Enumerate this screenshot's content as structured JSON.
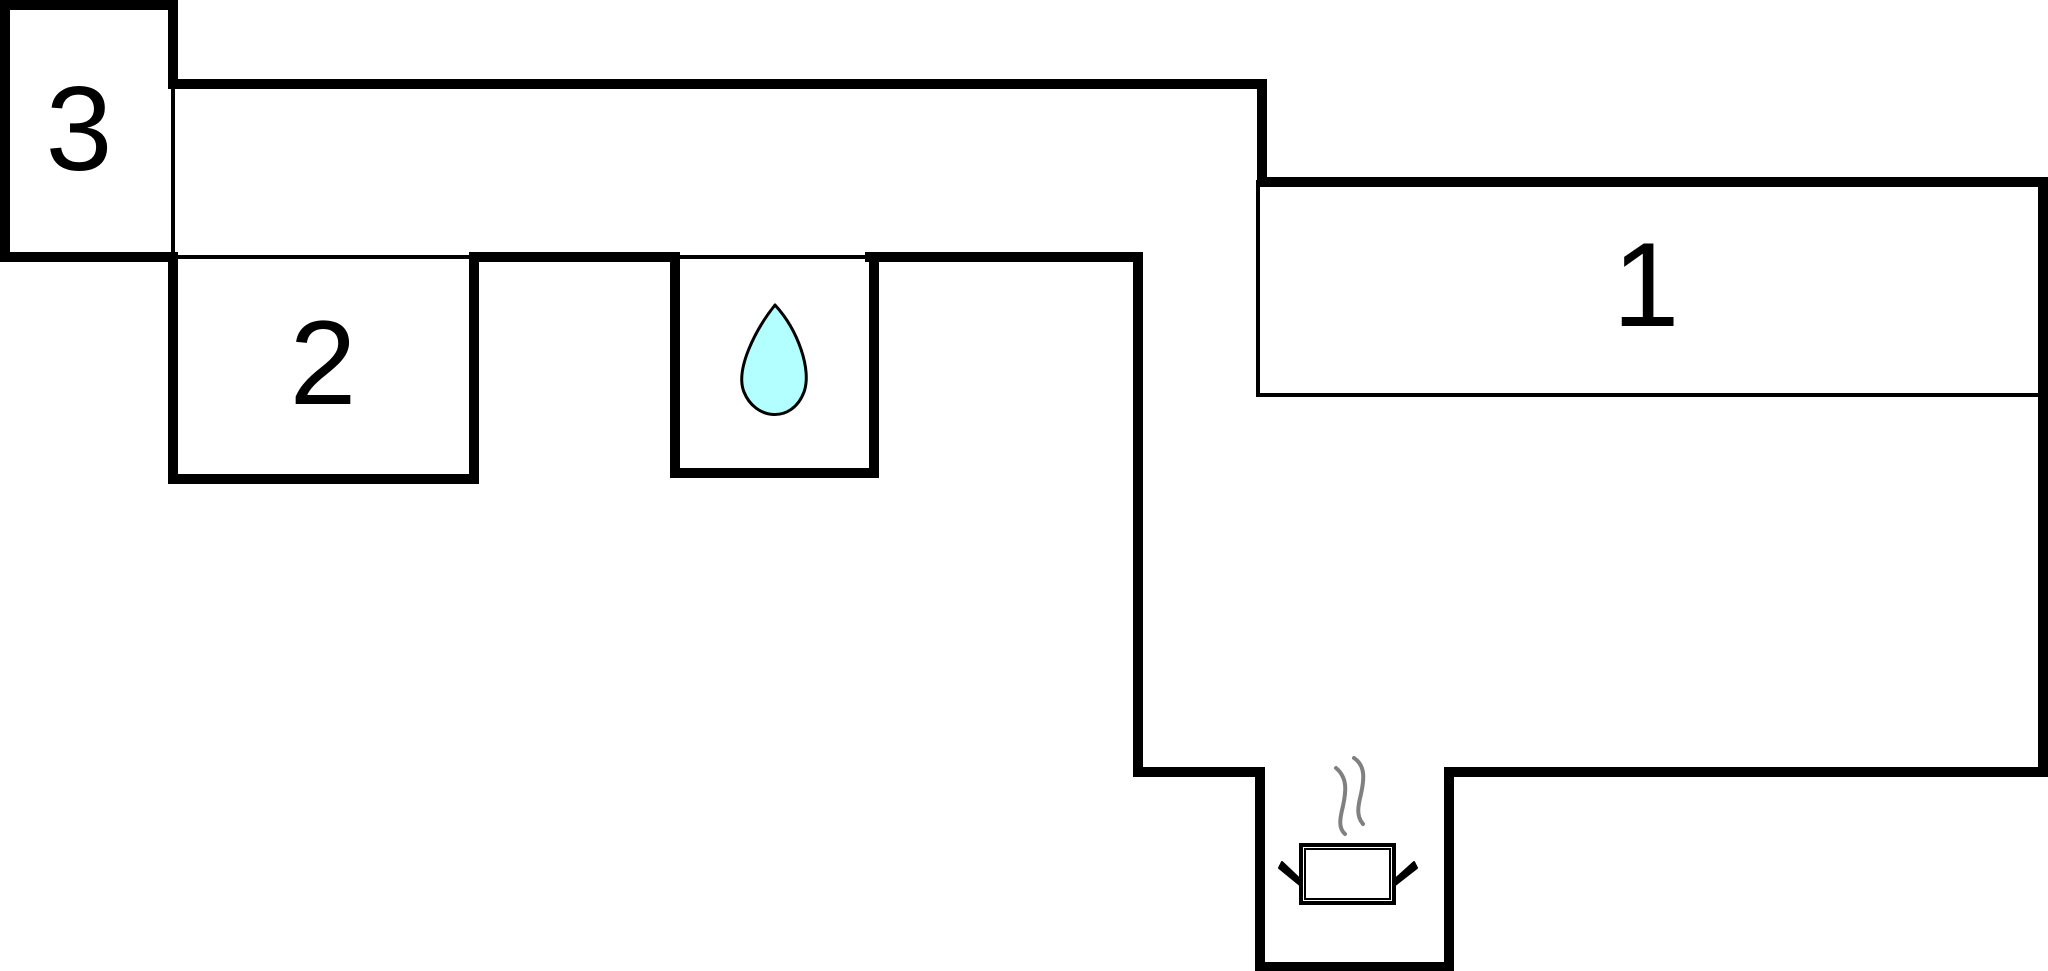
{
  "labels": {
    "room_1": "1",
    "room_2": "2",
    "room_3": "3"
  },
  "icons": {
    "water": "water-drop-icon",
    "cooking": "cooking-pot-icon"
  },
  "colors": {
    "wall": "#000000",
    "water_fill": "#b3ffff",
    "steam": "#808080",
    "background": "#ffffff"
  }
}
